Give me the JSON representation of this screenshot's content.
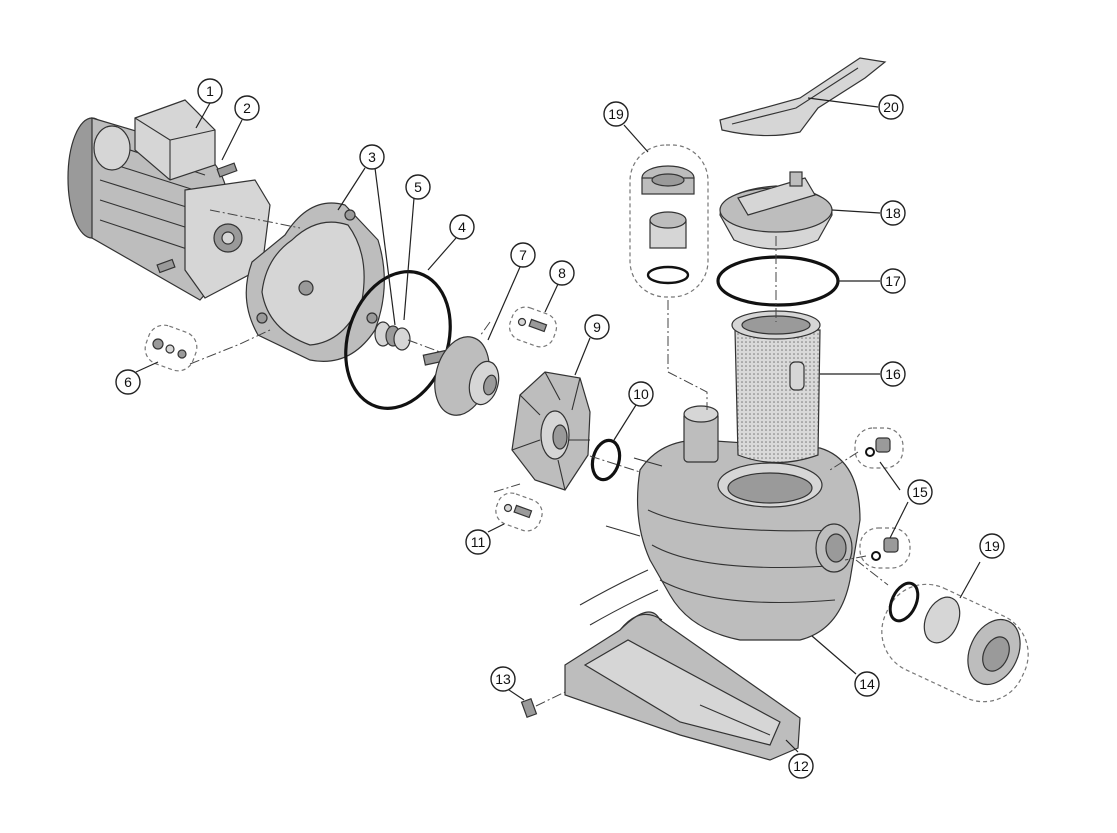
{
  "callouts": [
    "1",
    "2",
    "3",
    "4",
    "5",
    "6",
    "7",
    "8",
    "9",
    "10",
    "11",
    "12",
    "13",
    "14",
    "15",
    "16",
    "17",
    "18",
    "19",
    "20"
  ],
  "colors": {
    "part_fill": "#bdbdbd",
    "part_light": "#d6d6d6",
    "part_dark": "#9a9a9a",
    "outline": "#333333",
    "seal_ring": "#111111"
  }
}
